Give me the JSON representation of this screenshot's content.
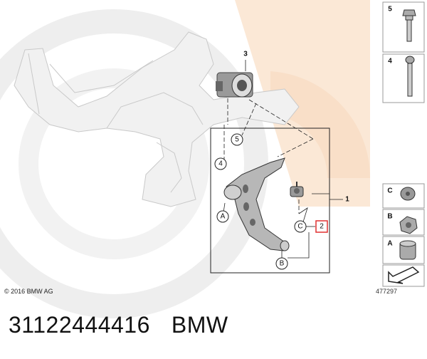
{
  "figure": {
    "copyright": "© 2016 BMW AG",
    "doc_number": "477297",
    "callouts": {
      "assembly": "1",
      "part2": "2",
      "part3": "3",
      "part4": "4",
      "part5": "5",
      "letter_a": "A",
      "letter_b": "B",
      "letter_c": "C"
    },
    "sidebar": {
      "item5": "5",
      "item4": "4",
      "item_c": "C",
      "item_b": "B",
      "item_a": "A"
    },
    "colors": {
      "watermark_grey": "#ececec",
      "watermark_orange": "#fbe6d2",
      "highlight_red": "#e03030",
      "line": "#222222"
    }
  },
  "caption": {
    "part_number": "31122444416",
    "brand": "BMW"
  }
}
